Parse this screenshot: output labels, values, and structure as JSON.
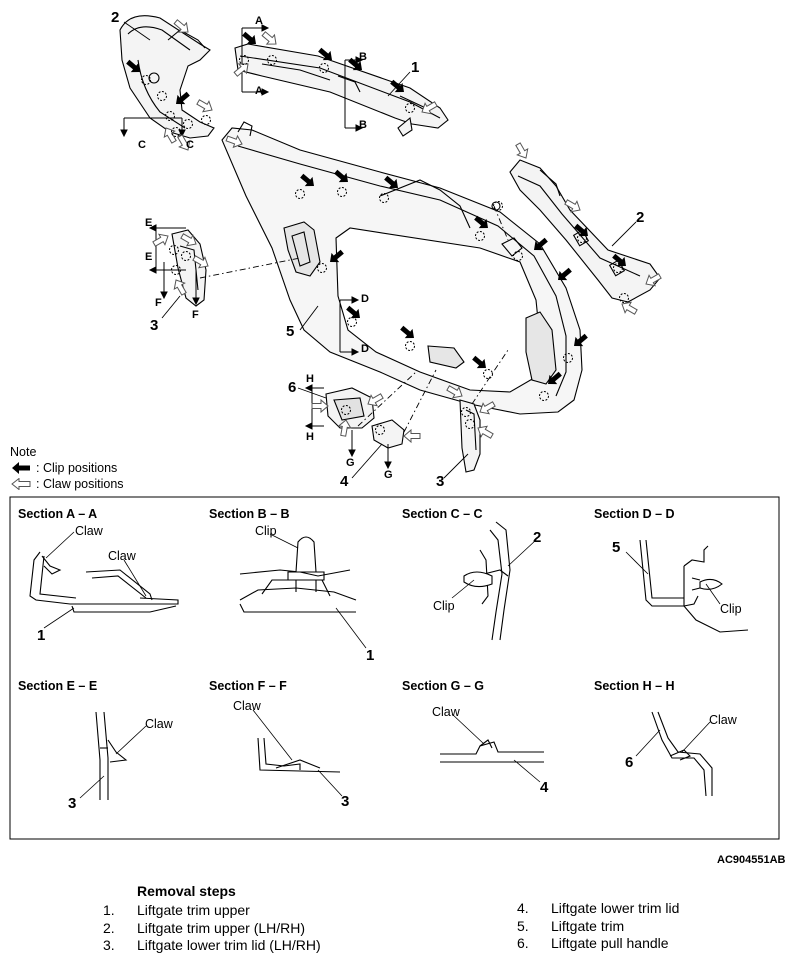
{
  "diagram": {
    "code": "AC904551AB",
    "part_callouts": [
      "1",
      "2",
      "2",
      "3",
      "3",
      "4",
      "5",
      "6"
    ],
    "section_letters": [
      "A",
      "B",
      "C",
      "D",
      "E",
      "F",
      "G",
      "H"
    ]
  },
  "note": {
    "title": "Note",
    "clip_legend": ": Clip positions",
    "claw_legend": ": Claw positions"
  },
  "sections": [
    {
      "title": "Section A – A",
      "labels": [
        "Claw",
        "Claw"
      ],
      "part": "1"
    },
    {
      "title": "Section B – B",
      "labels": [
        "Clip"
      ],
      "part": "1"
    },
    {
      "title": "Section C – C",
      "labels": [
        "Clip"
      ],
      "part": "2"
    },
    {
      "title": "Section D – D",
      "labels": [
        "Clip"
      ],
      "part": "5"
    },
    {
      "title": "Section E – E",
      "labels": [
        "Claw"
      ],
      "part": "3"
    },
    {
      "title": "Section F – F",
      "labels": [
        "Claw"
      ],
      "part": "3"
    },
    {
      "title": "Section G – G",
      "labels": [
        "Claw"
      ],
      "part": "4"
    },
    {
      "title": "Section H – H",
      "labels": [
        "Claw"
      ],
      "part": "6"
    }
  ],
  "removal": {
    "title": "Removal steps",
    "steps": [
      {
        "num": "1.",
        "text": "Liftgate trim upper"
      },
      {
        "num": "2.",
        "text": "Liftgate trim upper (LH/RH)"
      },
      {
        "num": "3.",
        "text": "Liftgate lower trim lid (LH/RH)"
      },
      {
        "num": "4.",
        "text": "Liftgate lower trim lid"
      },
      {
        "num": "5.",
        "text": "Liftgate trim"
      },
      {
        "num": "6.",
        "text": "Liftgate pull handle"
      }
    ]
  }
}
